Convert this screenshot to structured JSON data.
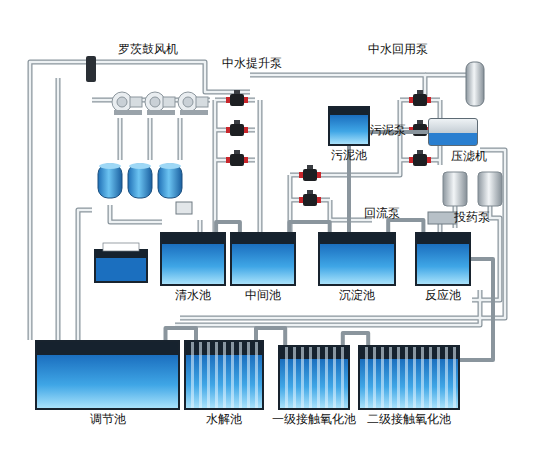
{
  "diagram": {
    "nodes": [
      {
        "text": [
          "污泥池"
        ]
      },
      {
        "text": [
          "压滤机"
        ]
      },
      {
        "text": [
          "清水池"
        ]
      },
      {
        "text": [
          "中间池"
        ]
      },
      {
        "text": [
          "沉淀池"
        ]
      },
      {
        "text": [
          "反应池"
        ]
      },
      {
        "text": [
          "调节池"
        ]
      },
      {
        "text": [
          "水解池"
        ]
      },
      {
        "text": [
          "一级接触氧化池"
        ]
      },
      {
        "text": [
          "二级接触氧化池"
        ]
      }
    ],
    "edges": [
      {
        "from": 6,
        "to": 7,
        "arrow": "none"
      },
      {
        "from": 7,
        "to": 8,
        "arrow": "none"
      },
      {
        "from": 8,
        "to": 9,
        "arrow": "none"
      },
      {
        "from": 9,
        "to": 5,
        "arrow": "none"
      },
      {
        "from": 5,
        "to": 4,
        "arrow": "none"
      },
      {
        "from": 4,
        "to": 3,
        "arrow": "none"
      },
      {
        "from": 3,
        "to": 2,
        "arrow": "none"
      },
      {
        "from": 4,
        "to": 0,
        "arrow": "none"
      },
      {
        "from": 0,
        "to": 1,
        "arrow": "none"
      }
    ],
    "labels": [
      "罗茨鼓风机",
      "中水提升泵",
      "中水回用泵",
      "污泥泵",
      "回流泵",
      "投药泵"
    ]
  }
}
